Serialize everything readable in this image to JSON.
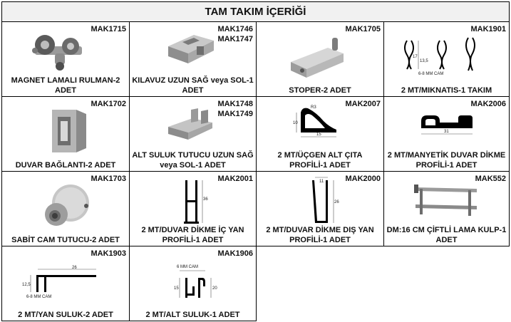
{
  "title": "TAM TAKIM İÇERİĞİ",
  "items": [
    {
      "code": "MAK1715",
      "label": "MAGNET LAMALI RULMAN-2 ADET",
      "icon": "magnet-roller-bearing-icon"
    },
    {
      "code": "MAK1746",
      "code2": "MAK1747",
      "label": "KILAVUZ UZUN SAĞ veya SOL-1 ADET",
      "icon": "long-guide-icon"
    },
    {
      "code": "MAK1705",
      "label": "STOPER-2 ADET",
      "icon": "stopper-icon"
    },
    {
      "code": "MAK1901",
      "label": "2 MT/MIKNATIS-1 TAKIM",
      "icon": "magnet-profile-icon",
      "dim1": "17",
      "dim2": "13,5",
      "dim3": "6-8 MM CAM"
    },
    {
      "code": "MAK1702",
      "label": "DUVAR BAĞLANTI-2 ADET",
      "icon": "wall-bracket-icon"
    },
    {
      "code": "MAK1748",
      "code2": "MAK1749",
      "label": "ALT SULUK TUTUCU UZUN SAĞ veya SOL-1 ADET",
      "icon": "bottom-seal-holder-icon"
    },
    {
      "code": "MAK2007",
      "label": "2 MT/ÜÇGEN ALT ÇITA PROFİLİ-1 ADET",
      "icon": "triangle-profile-icon",
      "dim1": "10",
      "dim2": "15",
      "dim3": "R3"
    },
    {
      "code": "MAK2006",
      "label": "2 MT/MANYETİK DUVAR DİKME PROFİLİ-1 ADET",
      "icon": "magnetic-wall-profile-icon",
      "dim1": "31"
    },
    {
      "code": "MAK1703",
      "label": "SABİT CAM TUTUCU-2 ADET",
      "icon": "fixed-glass-holder-icon"
    },
    {
      "code": "MAK2001",
      "label": "2 MT/DUVAR DİKME İÇ YAN PROFİLİ-1 ADET",
      "icon": "wall-post-inner-profile-icon",
      "dim1": "36"
    },
    {
      "code": "MAK2000",
      "label": "2 MT/DUVAR DİKME DIŞ YAN PROFİLİ-1 ADET",
      "icon": "wall-post-outer-profile-icon",
      "dim1": "11",
      "dim2": "26"
    },
    {
      "code": "MAK552",
      "label": "DM:16 CM ÇİFTLİ LAMA KULP-1 ADET",
      "icon": "double-bar-handle-icon"
    },
    {
      "code": "MAK1903",
      "label": "2 MT/YAN SULUK-2 ADET",
      "icon": "side-seal-icon",
      "dim1": "26",
      "dim2": "12,5",
      "dim3": "6-8 MM CAM"
    },
    {
      "code": "MAK1906",
      "label": "2 MT/ALT SULUK-1 ADET",
      "icon": "bottom-seal-icon",
      "dim1": "6 MM CAM",
      "dim2": "15",
      "dim3": "20"
    }
  ]
}
